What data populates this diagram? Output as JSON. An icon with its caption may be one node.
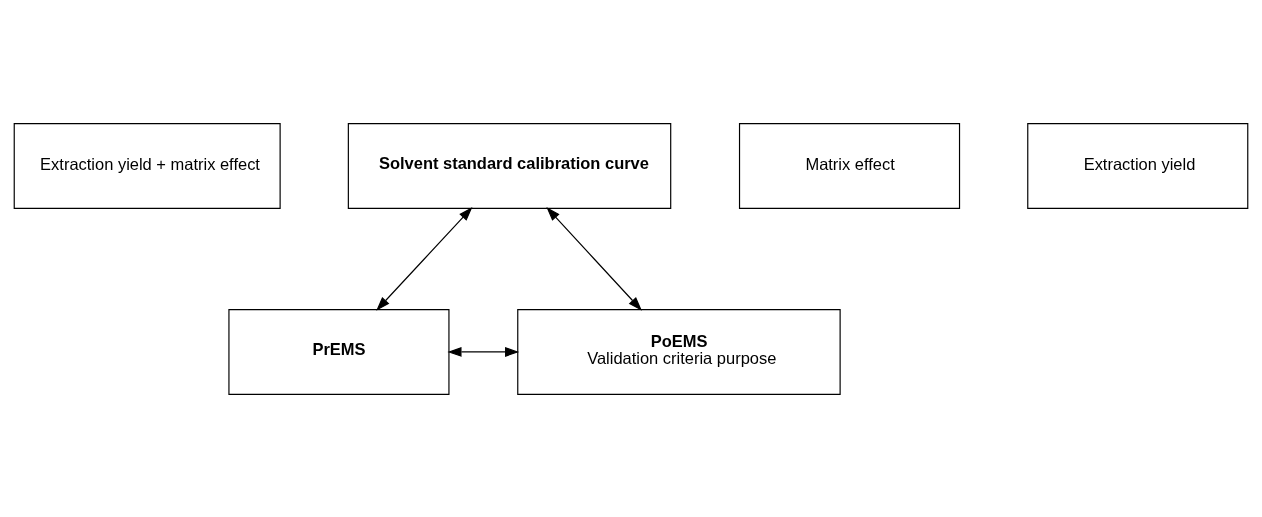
{
  "diagram": {
    "nodes": [
      {
        "text": [
          "Extraction yield + matrix effect"
        ]
      },
      {
        "text": [
          "Solvent standard calibration curve"
        ]
      },
      {
        "text": [
          "Matrix effect"
        ]
      },
      {
        "text": [
          "PrEMS"
        ]
      },
      {
        "text": [
          "PoEMS",
          "Validation criteria purpose"
        ]
      },
      {
        "text": [
          "Extraction yield"
        ]
      }
    ],
    "edges": [
      {
        "from": 3,
        "to": 1,
        "arrow": "both"
      },
      {
        "from": 1,
        "to": 4,
        "arrow": "both"
      },
      {
        "from": 3,
        "to": 4,
        "arrow": "both"
      }
    ]
  }
}
